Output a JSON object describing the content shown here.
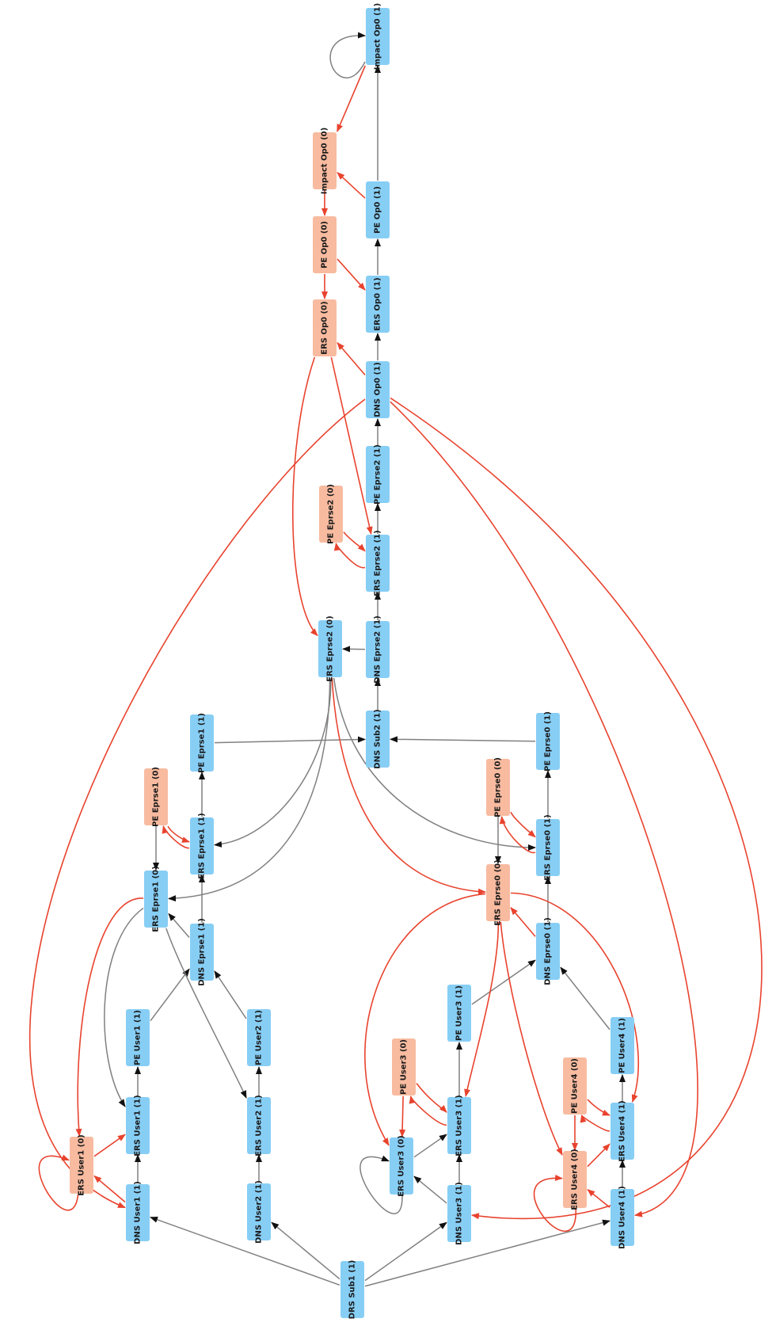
{
  "colors": {
    "node_blue": "#87CEF5",
    "node_salmon": "#F8BBA0",
    "edge_gray": "#808080",
    "edge_red": "#E8432E",
    "arrow_dark": "#111111",
    "label": "#1a1a1a"
  },
  "nodes": [
    {
      "id": "impact_op0_1",
      "label": "Impact Op0 (1)",
      "state": 1
    },
    {
      "id": "impact_op0_0",
      "label": "Impact Op0 (0)",
      "state": 0
    },
    {
      "id": "pe_op0_1",
      "label": "PE Op0 (1)",
      "state": 1
    },
    {
      "id": "pe_op0_0",
      "label": "PE Op0 (0)",
      "state": 0
    },
    {
      "id": "ers_op0_1",
      "label": "ERS Op0 (1)",
      "state": 1
    },
    {
      "id": "ers_op0_0",
      "label": "ERS Op0 (0)",
      "state": 0
    },
    {
      "id": "dns_op0_1",
      "label": "DNS Op0 (1)",
      "state": 1
    },
    {
      "id": "pe_eprse2_1",
      "label": "PE Eprse2 (1)",
      "state": 1
    },
    {
      "id": "pe_eprse2_0",
      "label": "PE Eprse2 (0)",
      "state": 0
    },
    {
      "id": "ers_eprse2_1",
      "label": "ERS Eprse2 (1)",
      "state": 1
    },
    {
      "id": "ers_eprse2_0",
      "label": "ERS Eprse2 (0)",
      "state": 1
    },
    {
      "id": "dns_eprse2_1",
      "label": "DNS Eprse2 (1)",
      "state": 1
    },
    {
      "id": "dns_sub2_1",
      "label": "DNS Sub2 (1)",
      "state": 1
    },
    {
      "id": "pe_eprse1_1",
      "label": "PE Eprse1 (1)",
      "state": 1
    },
    {
      "id": "pe_eprse0_1",
      "label": "PE Eprse0 (1)",
      "state": 1
    },
    {
      "id": "pe_eprse1_0",
      "label": "PE Eprse1 (0)",
      "state": 0
    },
    {
      "id": "ers_eprse1_1",
      "label": "ERS Eprse1 (1)",
      "state": 1
    },
    {
      "id": "pe_eprse0_0",
      "label": "PE Eprse0 (0)",
      "state": 0
    },
    {
      "id": "ers_eprse0_1",
      "label": "ERS Eprse0 (1)",
      "state": 1
    },
    {
      "id": "ers_eprse1_0",
      "label": "ERS Eprse1 (0)",
      "state": 1
    },
    {
      "id": "ers_eprse0_0",
      "label": "ERS Eprse0 (0)",
      "state": 0
    },
    {
      "id": "dns_eprse1_1",
      "label": "DNS Eprse1 (1)",
      "state": 1
    },
    {
      "id": "dns_eprse0_1",
      "label": "DNS Eprse0 (1)",
      "state": 1
    },
    {
      "id": "pe_user1_1",
      "label": "PE User1 (1)",
      "state": 1
    },
    {
      "id": "pe_user2_1",
      "label": "PE User2 (1)",
      "state": 1
    },
    {
      "id": "pe_user3_1",
      "label": "PE User3 (1)",
      "state": 1
    },
    {
      "id": "pe_user4_1",
      "label": "PE User4 (1)",
      "state": 1
    },
    {
      "id": "pe_user3_0",
      "label": "PE User3 (0)",
      "state": 0
    },
    {
      "id": "pe_user4_0",
      "label": "PE User4 (0)",
      "state": 0
    },
    {
      "id": "ers_user1_1",
      "label": "ERS User1 (1)",
      "state": 1
    },
    {
      "id": "ers_user2_1",
      "label": "ERS User2 (1)",
      "state": 1
    },
    {
      "id": "ers_user3_1",
      "label": "ERS User3 (1)",
      "state": 1
    },
    {
      "id": "ers_user4_1",
      "label": "ERS User4 (1)",
      "state": 1
    },
    {
      "id": "ers_user1_0",
      "label": "ERS User1 (0)",
      "state": 0
    },
    {
      "id": "ers_user3_0",
      "label": "ERS User3 (0)",
      "state": 1
    },
    {
      "id": "ers_user4_0",
      "label": "ERS User4 (0)",
      "state": 0
    },
    {
      "id": "dns_user1_1",
      "label": "DNS User1 (1)",
      "state": 1
    },
    {
      "id": "dns_user2_1",
      "label": "DNS User2 (1)",
      "state": 1
    },
    {
      "id": "dns_user3_1",
      "label": "DNS User3 (1)",
      "state": 1
    },
    {
      "id": "dns_user4_1",
      "label": "DNS User4 (1)",
      "state": 1
    },
    {
      "id": "drs_sub1_1",
      "label": "DRS Sub1 (1)",
      "state": 1
    }
  ],
  "edges": [
    {
      "from": "pe_op0_1",
      "to": "impact_op0_1",
      "color": "gray"
    },
    {
      "from": "impact_op0_1",
      "to": "impact_op0_1",
      "color": "gray"
    },
    {
      "from": "impact_op0_1",
      "to": "impact_op0_0",
      "color": "red"
    },
    {
      "from": "pe_op0_1",
      "to": "impact_op0_0",
      "color": "red"
    },
    {
      "from": "impact_op0_0",
      "to": "pe_op0_0",
      "color": "red"
    },
    {
      "from": "ers_op0_1",
      "to": "pe_op0_1",
      "color": "gray"
    },
    {
      "from": "pe_op0_0",
      "to": "ers_op0_1",
      "color": "red"
    },
    {
      "from": "pe_op0_0",
      "to": "ers_op0_0",
      "color": "red"
    },
    {
      "from": "dns_op0_1",
      "to": "ers_op0_1",
      "color": "gray"
    },
    {
      "from": "dns_op0_1",
      "to": "ers_op0_0",
      "color": "red"
    },
    {
      "from": "pe_eprse2_1",
      "to": "dns_op0_1",
      "color": "gray"
    },
    {
      "from": "ers_op0_0",
      "to": "ers_eprse2_1",
      "color": "red"
    },
    {
      "from": "ers_op0_0",
      "to": "ers_eprse2_0",
      "color": "red"
    },
    {
      "from": "ers_eprse2_1",
      "to": "pe_eprse2_1",
      "color": "gray"
    },
    {
      "from": "pe_eprse2_0",
      "to": "ers_eprse2_1",
      "color": "red"
    },
    {
      "from": "ers_eprse2_1",
      "to": "pe_eprse2_0",
      "color": "red"
    },
    {
      "from": "dns_eprse2_1",
      "to": "ers_eprse2_1",
      "color": "gray"
    },
    {
      "from": "dns_eprse2_1",
      "to": "ers_eprse2_0",
      "color": "gray"
    },
    {
      "from": "dns_sub2_1",
      "to": "dns_eprse2_1",
      "color": "gray"
    },
    {
      "from": "pe_eprse1_1",
      "to": "dns_sub2_1",
      "color": "gray"
    },
    {
      "from": "pe_eprse0_1",
      "to": "dns_sub2_1",
      "color": "gray"
    },
    {
      "from": "ers_eprse2_0",
      "to": "ers_eprse1_1",
      "color": "gray"
    },
    {
      "from": "ers_eprse2_0",
      "to": "ers_eprse1_0",
      "color": "gray"
    },
    {
      "from": "ers_eprse2_0",
      "to": "ers_eprse0_1",
      "color": "gray"
    },
    {
      "from": "ers_eprse2_0",
      "to": "ers_eprse0_0",
      "color": "red"
    },
    {
      "from": "ers_eprse1_1",
      "to": "pe_eprse1_1",
      "color": "gray"
    },
    {
      "from": "pe_eprse1_0",
      "to": "ers_eprse1_1",
      "color": "red"
    },
    {
      "from": "ers_eprse1_1",
      "to": "pe_eprse1_0",
      "color": "red"
    },
    {
      "from": "pe_eprse1_0",
      "to": "ers_eprse1_0",
      "color": "gray"
    },
    {
      "from": "ers_eprse0_1",
      "to": "pe_eprse0_1",
      "color": "gray"
    },
    {
      "from": "pe_eprse0_0",
      "to": "ers_eprse0_1",
      "color": "red"
    },
    {
      "from": "ers_eprse0_1",
      "to": "pe_eprse0_0",
      "color": "red"
    },
    {
      "from": "pe_eprse0_0",
      "to": "ers_eprse0_0",
      "color": "gray"
    },
    {
      "from": "dns_eprse1_1",
      "to": "ers_eprse1_1",
      "color": "gray"
    },
    {
      "from": "dns_eprse1_1",
      "to": "ers_eprse1_0",
      "color": "gray"
    },
    {
      "from": "dns_eprse0_1",
      "to": "ers_eprse0_1",
      "color": "gray"
    },
    {
      "from": "dns_eprse0_1",
      "to": "ers_eprse0_0",
      "color": "red"
    },
    {
      "from": "pe_user1_1",
      "to": "dns_eprse1_1",
      "color": "gray"
    },
    {
      "from": "pe_user2_1",
      "to": "dns_eprse1_1",
      "color": "gray"
    },
    {
      "from": "pe_user3_1",
      "to": "dns_eprse0_1",
      "color": "gray"
    },
    {
      "from": "pe_user4_1",
      "to": "dns_eprse0_1",
      "color": "gray"
    },
    {
      "from": "ers_eprse1_0",
      "to": "ers_user1_1",
      "color": "gray"
    },
    {
      "from": "ers_eprse1_0",
      "to": "ers_user2_1",
      "color": "gray"
    },
    {
      "from": "ers_eprse1_0",
      "to": "ers_user1_0",
      "color": "red"
    },
    {
      "from": "ers_eprse0_0",
      "to": "ers_user3_1",
      "color": "red"
    },
    {
      "from": "ers_eprse0_0",
      "to": "ers_user4_1",
      "color": "red"
    },
    {
      "from": "ers_eprse0_0",
      "to": "ers_user3_0",
      "color": "red"
    },
    {
      "from": "ers_eprse0_0",
      "to": "ers_user4_0",
      "color": "red"
    },
    {
      "from": "ers_user1_1",
      "to": "pe_user1_1",
      "color": "gray"
    },
    {
      "from": "ers_user2_1",
      "to": "pe_user2_1",
      "color": "gray"
    },
    {
      "from": "ers_user3_1",
      "to": "pe_user3_1",
      "color": "gray"
    },
    {
      "from": "ers_user4_1",
      "to": "pe_user4_1",
      "color": "gray"
    },
    {
      "from": "pe_user3_0",
      "to": "ers_user3_1",
      "color": "red"
    },
    {
      "from": "ers_user3_1",
      "to": "pe_user3_0",
      "color": "red"
    },
    {
      "from": "pe_user3_0",
      "to": "ers_user3_0",
      "color": "red"
    },
    {
      "from": "pe_user4_0",
      "to": "ers_user4_1",
      "color": "red"
    },
    {
      "from": "ers_user4_1",
      "to": "pe_user4_0",
      "color": "red"
    },
    {
      "from": "pe_user4_0",
      "to": "ers_user4_0",
      "color": "red"
    },
    {
      "from": "ers_user1_0",
      "to": "ers_user1_1",
      "color": "red"
    },
    {
      "from": "ers_user3_0",
      "to": "ers_user3_1",
      "color": "gray"
    },
    {
      "from": "ers_user4_0",
      "to": "ers_user4_1",
      "color": "red"
    },
    {
      "from": "ers_user1_0",
      "to": "ers_user1_0",
      "color": "red"
    },
    {
      "from": "ers_user3_0",
      "to": "ers_user3_0",
      "color": "gray"
    },
    {
      "from": "ers_user4_0",
      "to": "ers_user4_0",
      "color": "red"
    },
    {
      "from": "dns_user1_1",
      "to": "ers_user1_1",
      "color": "gray"
    },
    {
      "from": "dns_user1_1",
      "to": "ers_user1_0",
      "color": "red"
    },
    {
      "from": "dns_user2_1",
      "to": "ers_user2_1",
      "color": "gray"
    },
    {
      "from": "dns_user3_1",
      "to": "ers_user3_1",
      "color": "gray"
    },
    {
      "from": "dns_user3_1",
      "to": "ers_user3_0",
      "color": "gray"
    },
    {
      "from": "dns_user4_1",
      "to": "ers_user4_1",
      "color": "gray"
    },
    {
      "from": "dns_user4_1",
      "to": "ers_user4_0",
      "color": "red"
    },
    {
      "from": "dns_op0_1",
      "to": "dns_user1_1",
      "color": "red"
    },
    {
      "from": "dns_op0_1",
      "to": "dns_user3_1",
      "color": "red"
    },
    {
      "from": "dns_op0_1",
      "to": "dns_user4_1",
      "color": "red"
    },
    {
      "from": "drs_sub1_1",
      "to": "dns_user1_1",
      "color": "gray"
    },
    {
      "from": "drs_sub1_1",
      "to": "dns_user2_1",
      "color": "gray"
    },
    {
      "from": "drs_sub1_1",
      "to": "dns_user3_1",
      "color": "gray"
    },
    {
      "from": "drs_sub1_1",
      "to": "dns_user4_1",
      "color": "gray"
    }
  ]
}
